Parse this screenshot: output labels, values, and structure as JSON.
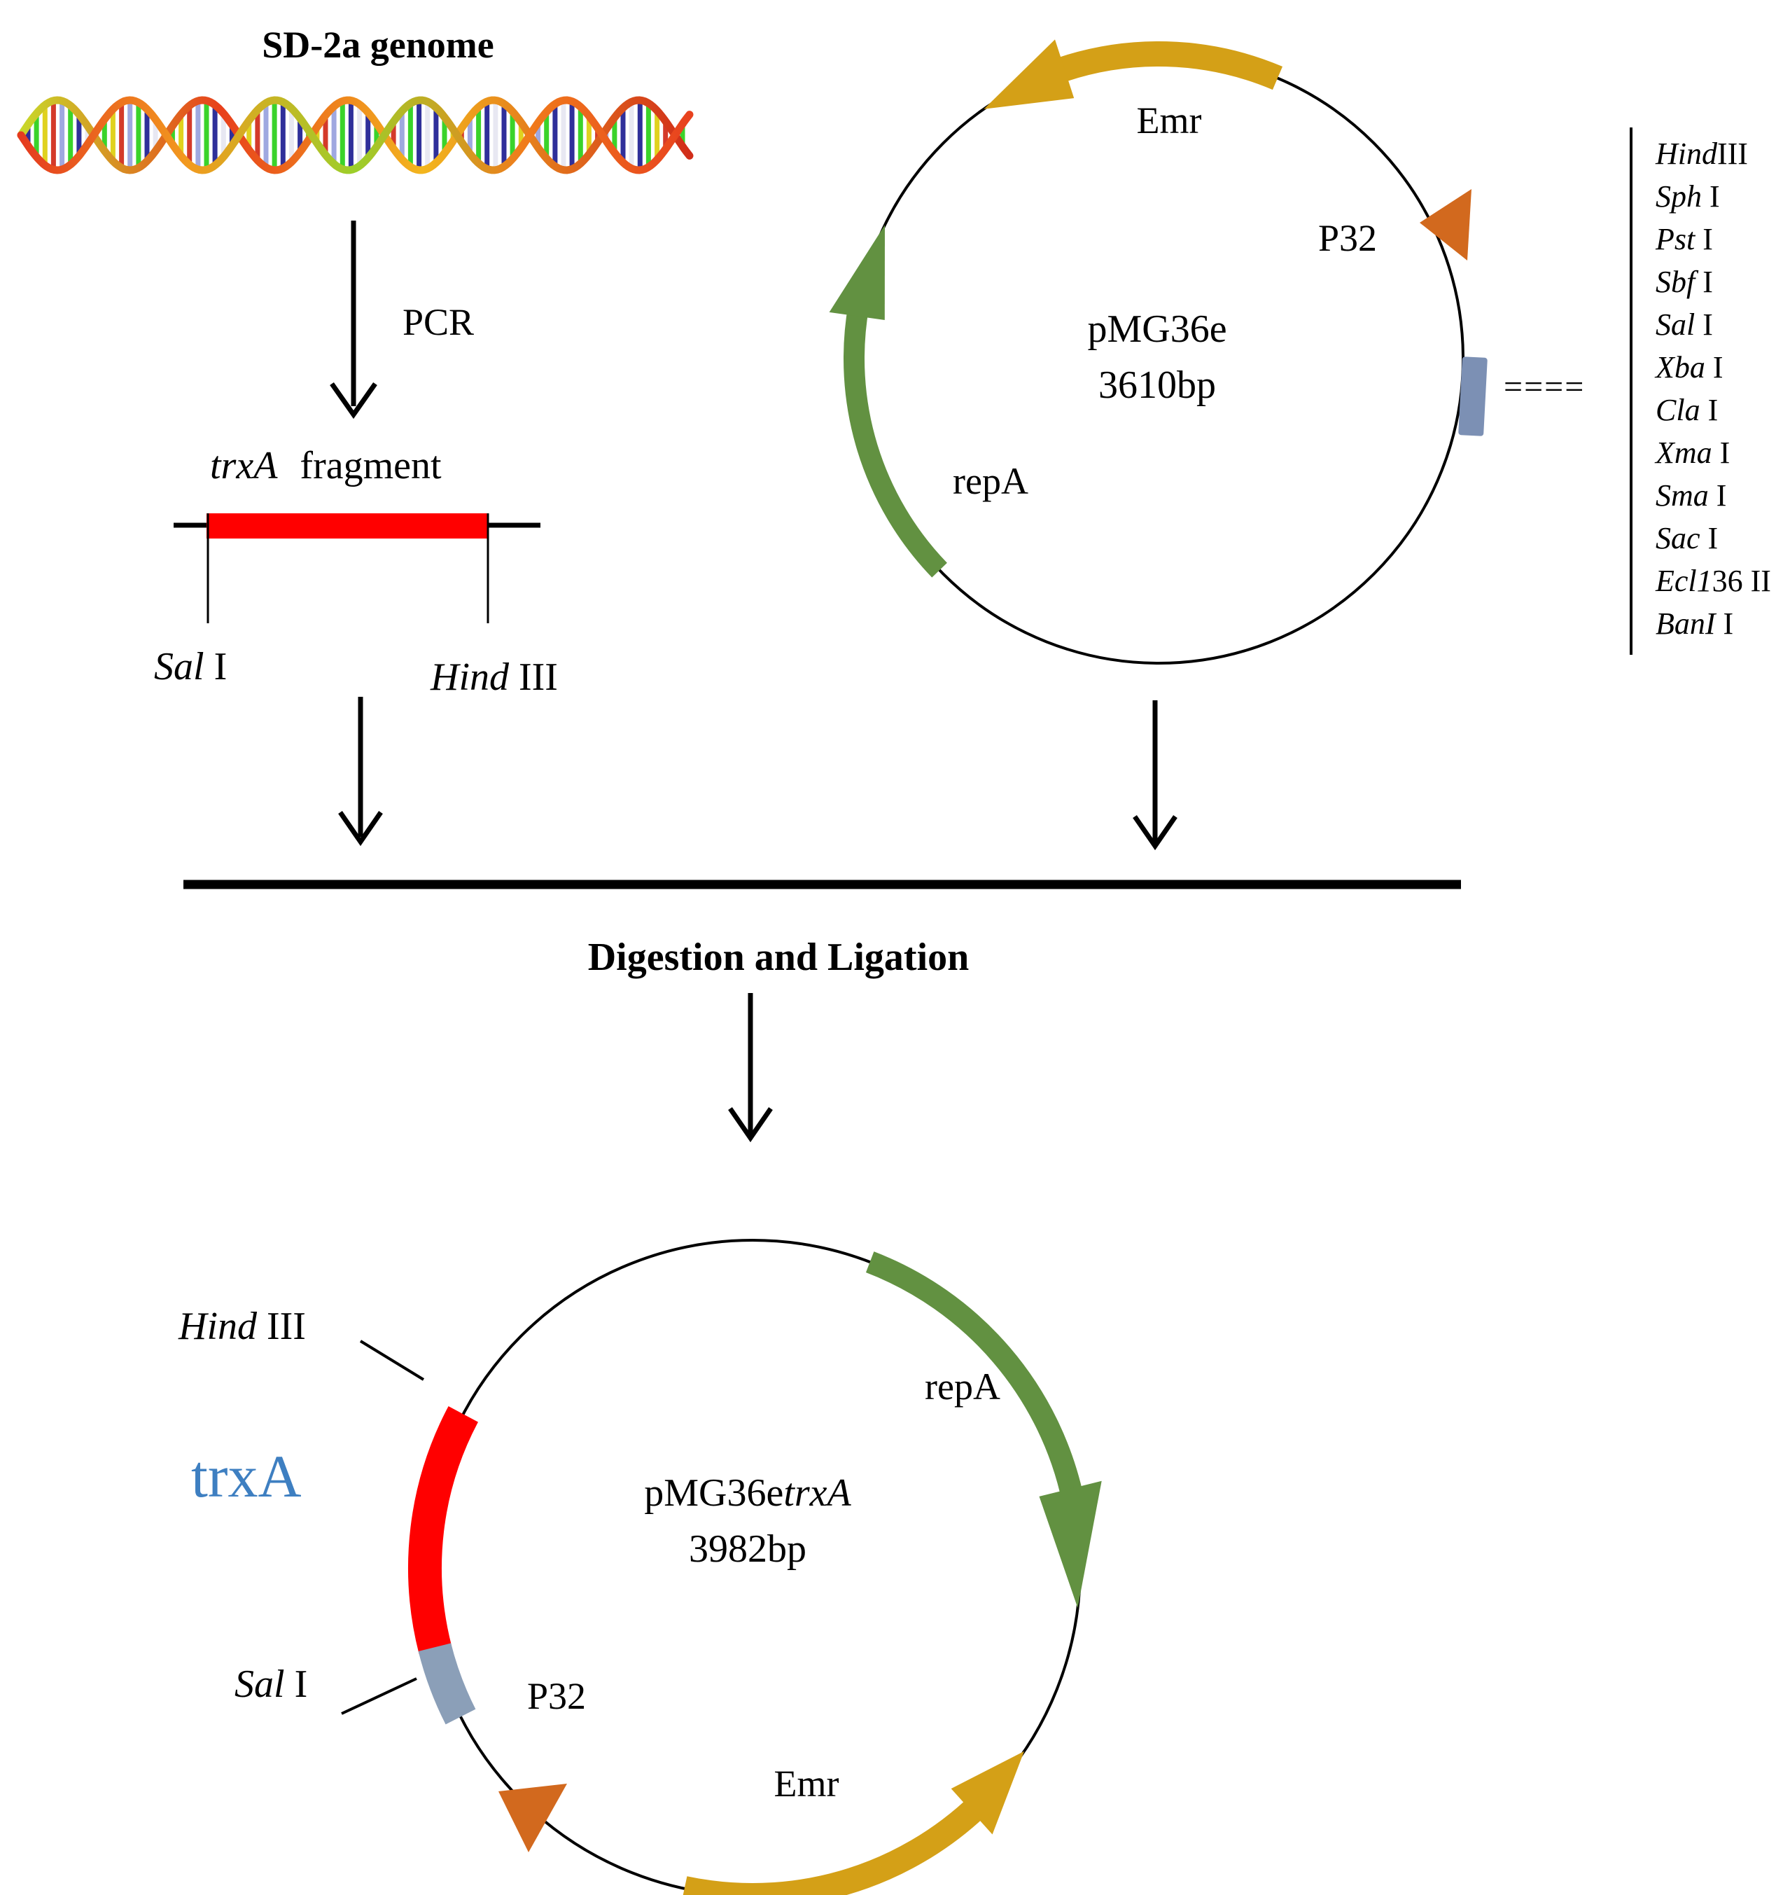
{
  "colors": {
    "insert_red": "#ff0000",
    "emr_gold": "#d4a017",
    "repa_green": "#629141",
    "p32_orange": "#d2691e",
    "mcs_blue": "#7c90b4",
    "trxa_label_blue": "#3e7fc1",
    "helix_icon": "dna-double-helix-icon"
  },
  "genome": {
    "title": "SD-2a genome"
  },
  "pcr": {
    "label": "PCR"
  },
  "fragment": {
    "gene_name": "trxA",
    "suffix": "fragment",
    "left_site": {
      "name": "Sal",
      "roman": " I"
    },
    "right_site": {
      "name": "Hind",
      "roman": " III"
    }
  },
  "plasmid1": {
    "name": "pMG36e",
    "size": "3610bp",
    "emr": "Emr",
    "p32": "P32",
    "repa": "repA",
    "mcs_dashes": "===="
  },
  "mcs_sites": [
    {
      "name": "Hind",
      "roman": "III"
    },
    {
      "name": "Sph",
      "roman": " I"
    },
    {
      "name": "Pst",
      "roman": " I"
    },
    {
      "name": "Sbf",
      "roman": " I"
    },
    {
      "name": "Sal",
      "roman": " I"
    },
    {
      "name": "Xba",
      "roman": " I"
    },
    {
      "name": "Cla",
      "roman": " I"
    },
    {
      "name": "Xma",
      "roman": " I"
    },
    {
      "name": "Sma",
      "roman": " I"
    },
    {
      "name": "Sac",
      "roman": " I"
    },
    {
      "name": "Ecl1",
      "roman": "36 II"
    },
    {
      "name": "BanI",
      "roman": " I"
    }
  ],
  "step": {
    "label": "Digestion and Ligation"
  },
  "plasmid2": {
    "name_prefix": "pMG36e",
    "name_gene": "trxA",
    "size": "3982bp",
    "repa": "repA",
    "emr": "Emr",
    "p32": "P32",
    "insert": "trxA",
    "hind_site": {
      "name": "Hind",
      "roman": " III"
    },
    "sal_site": {
      "name": "Sal",
      "roman": " I"
    }
  }
}
